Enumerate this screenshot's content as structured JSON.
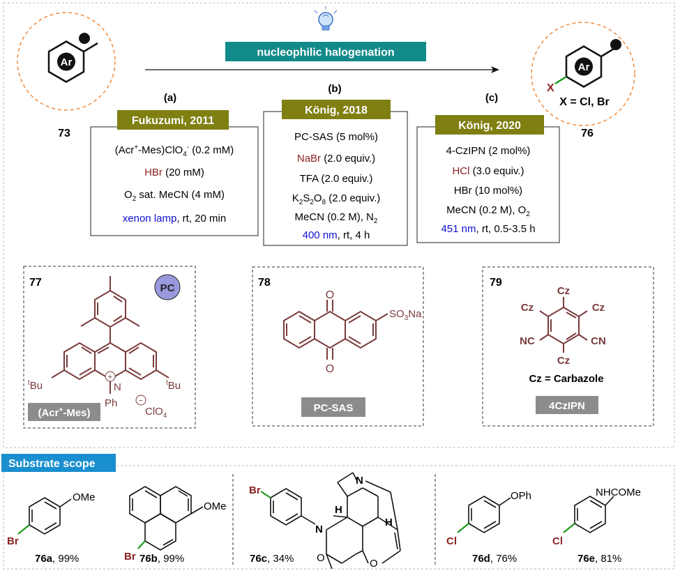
{
  "colors": {
    "accent_teal": "#138a8a",
    "label_olive": "#7f7f12",
    "tag_gray": "#8c8c8c",
    "scope_blue": "#1a8fd0",
    "maroon": "#8b2323",
    "blue": "#1010cc",
    "orange_dash": "#f08a3c",
    "pc_circle": "#9999dd",
    "bond_green": "#1a9a1a",
    "struct": "#7a3b3b"
  },
  "icons": [
    "lightbulb-icon"
  ],
  "reaction": {
    "banner": "nucleophilic halogenation",
    "reactant_number": "73",
    "reactant_ring_label": "Ar",
    "product_number": "76",
    "product_ring_label": "Ar",
    "product_x": "X",
    "product_note": "X = Cl, Br"
  },
  "conditions": [
    {
      "letter": "(a)",
      "tag": "Fukuzumi, 2011",
      "line1": {
        "base": "(Acr",
        "sup1": "+",
        "mid": "-Mes)ClO",
        "sub": "4",
        "sup2": "-",
        "tail": " (0.2 mM)"
      },
      "line2": {
        "hl": "HBr",
        "rest": " (20 mM)"
      },
      "line3": {
        "pre": "O",
        "sub": "2",
        "rest": " sat. MeCN (4 mM)"
      },
      "line4": {
        "hl": "xenon lamp",
        "rest": ", rt, 20 min"
      }
    },
    {
      "letter": "(b)",
      "tag": "König, 2018",
      "line1": "PC-SAS (5 mol%)",
      "line2": {
        "hl": "NaBr",
        "rest": " (2.0 equiv.)"
      },
      "line3": "TFA (2.0 equiv.)",
      "line4": {
        "a": "K",
        "s1": "2",
        "b": "S",
        "s2": "2",
        "c": "O",
        "s3": "8",
        "rest": " (2.0 equiv.)"
      },
      "line5": {
        "pre": "MeCN (0.2 M), N",
        "sub": "2"
      },
      "line6": {
        "hl": "400 nm",
        "rest": ", rt, 4 h"
      }
    },
    {
      "letter": "(c)",
      "tag": "König, 2020",
      "line1": "4-CzIPN (2 mol%)",
      "line2": {
        "hl": "HCl",
        "rest": " (3.0 equiv.)"
      },
      "line3": "HBr (10 mol%)",
      "line4": {
        "pre": "MeCN (0.2 M), O",
        "sub": "2"
      },
      "line5": {
        "hl": "451 nm",
        "rest": ", rt, 0.5-3.5 h"
      }
    }
  ],
  "catalysts": [
    {
      "number": "77",
      "pc_badge": "PC",
      "tag_base": "(Acr",
      "tag_sup": "+",
      "tag_tail": "-Mes)",
      "tbu_left": "Bu",
      "tbu_right": "Bu",
      "t_sup": "t",
      "n_label": "N",
      "plus": "+",
      "ph": "Ph",
      "minus": "−",
      "clo": "ClO",
      "clo_sub": "4"
    },
    {
      "number": "78",
      "tag": "PC-SAS",
      "o_top": "O",
      "o_bottom": "O",
      "so3": "SO",
      "so3_sub": "3",
      "so3_tail": "Na"
    },
    {
      "number": "79",
      "tag": "4CzIPN",
      "cz": "Cz",
      "nc": "NC",
      "cn": "CN",
      "note": "Cz = Carbazole"
    }
  ],
  "scope": {
    "label": "Substrate scope",
    "products": [
      {
        "id": "76a",
        "yield": ", 99%",
        "halogen": "Br",
        "group": "OMe"
      },
      {
        "id": "76b",
        "yield": ", 99%",
        "halogen": "Br",
        "group": "OMe"
      },
      {
        "id": "76c",
        "yield": ", 34%",
        "halogen": "Br",
        "n1": "N",
        "n2": "N",
        "h1": "H",
        "h2": "H",
        "o1": "O",
        "o2": "O"
      },
      {
        "id": "76d",
        "yield": ", 76%",
        "halogen": "Cl",
        "group": "OPh"
      },
      {
        "id": "76e",
        "yield": ", 81%",
        "halogen": "Cl",
        "group": "NHCOMe"
      }
    ]
  }
}
